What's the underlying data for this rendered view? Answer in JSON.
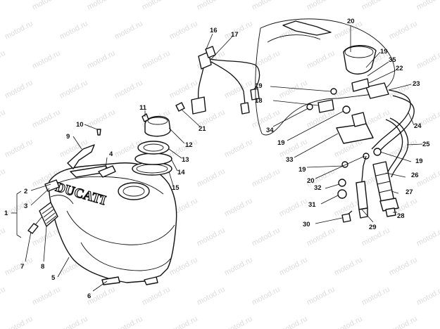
{
  "watermark": {
    "text": "motod.ru"
  },
  "tank_logo": "DUCATI",
  "colors": {
    "line": "#111111",
    "background": "#ffffff",
    "watermark": "#dcdcdc"
  },
  "callouts": [
    "1",
    "2",
    "3",
    "4",
    "5",
    "6",
    "7",
    "8",
    "9",
    "10",
    "11",
    "12",
    "13",
    "14",
    "15",
    "16",
    "17",
    "18",
    "19",
    "20",
    "21",
    "22",
    "23",
    "24",
    "25",
    "26",
    "27",
    "28",
    "29",
    "30",
    "31",
    "32",
    "33",
    "34",
    "35"
  ],
  "extra_callouts": {
    "c19b": "19",
    "c19c": "19",
    "c19d": "19",
    "c19e": "19",
    "c20b": "20"
  }
}
